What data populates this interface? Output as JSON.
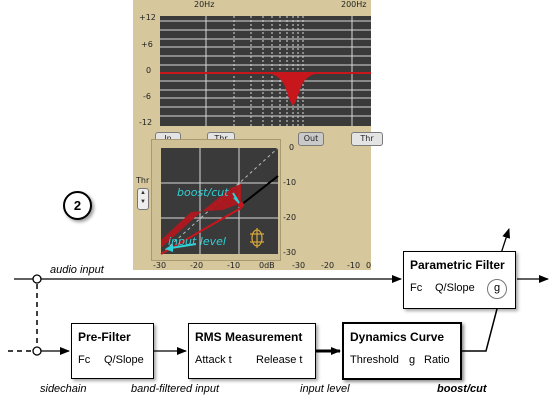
{
  "plugin": {
    "freq_labels": [
      "20Hz",
      "200Hz"
    ],
    "db_labels": [
      "+12",
      "+6",
      "0",
      "-6",
      "-12"
    ],
    "buttons": [
      "In",
      "Thr",
      "Out",
      "Thr"
    ],
    "thr_label": "Thr",
    "curve_y_labels": [
      "0",
      "-10",
      "-20",
      "-30"
    ],
    "curve_x_labels": [
      "-30",
      "-20",
      "-10",
      "0dB",
      "-30",
      "-20",
      "-10",
      "0"
    ],
    "boost_cut_label": "boost/cut",
    "input_level_label": "input level"
  },
  "callout": "2",
  "diagram": {
    "parametric_filter": {
      "title": "Parametric Filter",
      "params": [
        "Fc",
        "Q/Slope",
        "g"
      ]
    },
    "pre_filter": {
      "title": "Pre-Filter",
      "params": [
        "Fc",
        "Q/Slope"
      ]
    },
    "rms": {
      "title": "RMS Measurement",
      "params": [
        "Attack t",
        "Release t"
      ]
    },
    "dynamics": {
      "title": "Dynamics Curve",
      "params": [
        "Threshold",
        "g",
        "Ratio"
      ]
    },
    "labels": {
      "audio_input": "audio input",
      "sidechain": "sidechain",
      "band_filtered": "band-filtered input",
      "input_level": "input level",
      "boost_cut": "boost/cut"
    }
  },
  "colors": {
    "panel": "#d6c79d",
    "graph": "#3a3a3a",
    "curve": "#c8161d",
    "annotation": "#2fd0d6"
  }
}
